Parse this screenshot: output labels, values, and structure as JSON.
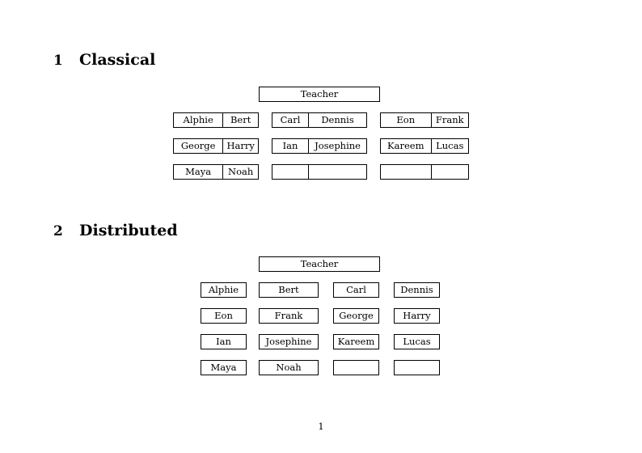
{
  "document": {
    "page_number": "1"
  },
  "sections": [
    {
      "number": "1",
      "title": "Classical",
      "teacher_label": "Teacher",
      "layout": "paired",
      "rows": [
        [
          [
            "Alphie",
            "Bert"
          ],
          [
            "Carl",
            "Dennis"
          ],
          [
            "Eon",
            "Frank"
          ]
        ],
        [
          [
            "George",
            "Harry"
          ],
          [
            "Ian",
            "Josephine"
          ],
          [
            "Kareem",
            "Lucas"
          ]
        ],
        [
          [
            "Maya",
            "Noah"
          ],
          [
            "",
            ""
          ],
          [
            "",
            ""
          ]
        ]
      ]
    },
    {
      "number": "2",
      "title": "Distributed",
      "teacher_label": "Teacher",
      "layout": "single",
      "rows": [
        [
          "Alphie",
          "Bert",
          "Carl",
          "Dennis"
        ],
        [
          "Eon",
          "Frank",
          "George",
          "Harry"
        ],
        [
          "Ian",
          "Josephine",
          "Kareem",
          "Lucas"
        ],
        [
          "Maya",
          "Noah",
          "",
          ""
        ]
      ]
    }
  ]
}
